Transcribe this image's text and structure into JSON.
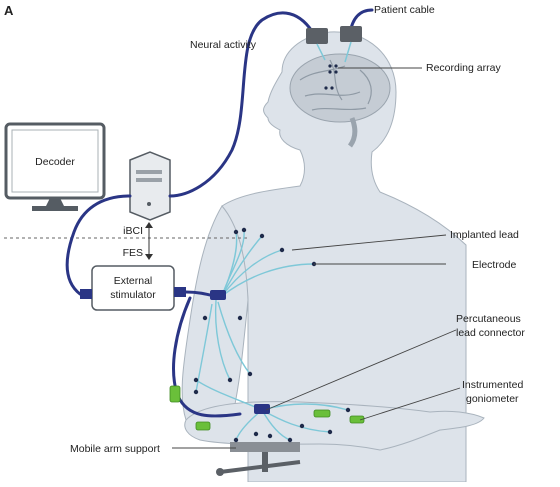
{
  "panel_label": "A",
  "labels": {
    "patient_cable": "Patient cable",
    "neural_activity": "Neural activity",
    "recording_array": "Recording array",
    "decoder": "Decoder",
    "ibci": "iBCI",
    "fes": "FES",
    "external_stimulator_line1": "External",
    "external_stimulator_line2": "stimulator",
    "implanted_lead": "Implanted lead",
    "electrode": "Electrode",
    "percutaneous_line1": "Percutaneous",
    "percutaneous_line2": "lead connector",
    "goniometer_line1": "Instrumented",
    "goniometer_line2": "goniometer",
    "mobile_arm_support": "Mobile arm support"
  },
  "colors": {
    "body": "#dde3ea",
    "body_outline": "#a9b3bd",
    "brain": "#c5ccd4",
    "cable": "#2a3585",
    "lead": "#7ec8d8",
    "goniometer": "#6abf3a",
    "connector": "#2a3585",
    "device": "#e8ebee"
  }
}
